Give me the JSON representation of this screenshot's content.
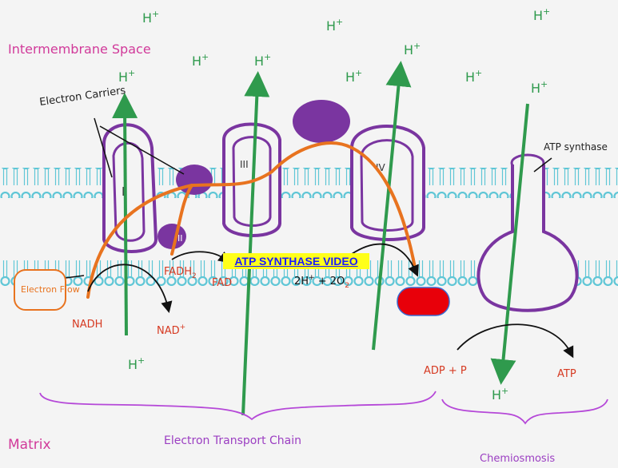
{
  "labels": {
    "intermembrane_space": "Intermembrane Space",
    "matrix": "Matrix",
    "electron_carriers": "Electron Carriers",
    "electron_flow": "Electron Flow",
    "atp_synthase": "ATP synthase",
    "etc": "Electron Transport Chain",
    "chemiosmosis": "Chemiosmosis",
    "complex_1": "I",
    "complex_2": "II",
    "complex_3": "III",
    "complex_4": "IV",
    "nadh": "NADH",
    "nad_plus": "NAD",
    "fadh2": "FADH",
    "fad": "FAD",
    "adp_p": "ADP + P",
    "atp": "ATP",
    "water_eq_a": "2H",
    "water_eq_b": " + 2O",
    "sub_2": "2",
    "sup_plus": "+",
    "h_plus": "H"
  },
  "link": {
    "label": "ATP SYNTHASE VIDEO"
  },
  "colors": {
    "membrane": "#5fc6d6",
    "protein": "#7a35a0",
    "proton_arrow": "#2f9a4d",
    "electron_flow": "#e8731f",
    "text_red": "#d63a22",
    "text_pink": "#d13a9a",
    "text_purple": "#9b3ec2",
    "green_text": "#2f9a4d",
    "link_bg": "#ffff1a",
    "link_text": "#1a1aff",
    "red_blob": "#e8000a"
  }
}
